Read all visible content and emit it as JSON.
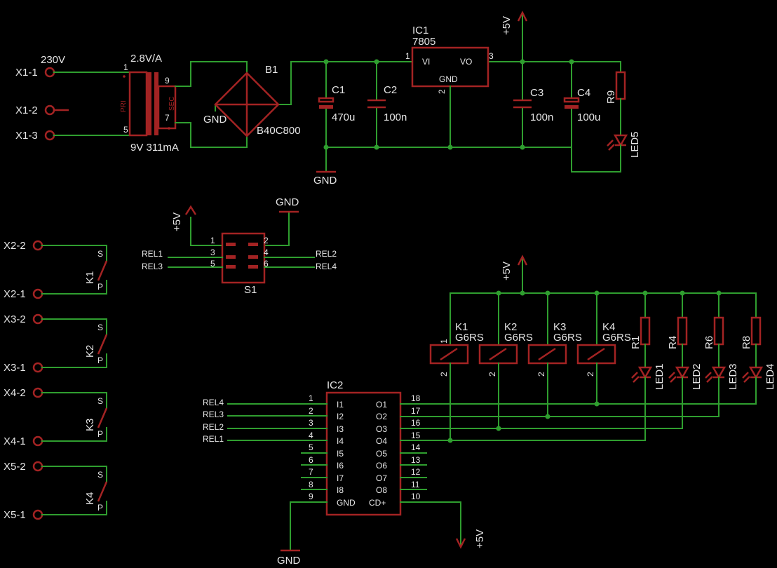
{
  "terminals": {
    "x1_1": "X1-1",
    "x1_2": "X1-2",
    "x1_3": "X1-3",
    "x2_2": "X2-2",
    "x2_1": "X2-1",
    "x3_2": "X3-2",
    "x3_1": "X3-1",
    "x4_2": "X4-2",
    "x4_1": "X4-1",
    "x5_2": "X5-2",
    "x5_1": "X5-1"
  },
  "transformer": {
    "input_voltage": "230V",
    "rating": "2.8V/A",
    "secondary_rating": "9V 311mA",
    "pri": "PRI",
    "sec": "SEC",
    "pins": [
      "1",
      "5",
      "9",
      "7"
    ]
  },
  "rectifier": {
    "name": "B1",
    "value": "B40C800",
    "gnd": "GND"
  },
  "regulator": {
    "name": "IC1",
    "value": "7805",
    "vi": "VI",
    "vo": "VO",
    "gnd": "GND",
    "pins": [
      "1",
      "2",
      "3"
    ]
  },
  "capacitors": [
    {
      "name": "C1",
      "value": "470u"
    },
    {
      "name": "C2",
      "value": "100n"
    },
    {
      "name": "C3",
      "value": "100n"
    },
    {
      "name": "C4",
      "value": "100u"
    }
  ],
  "supply": {
    "vcc": "+5V",
    "gnd": "GND"
  },
  "power_led": {
    "resistor": "R9",
    "led": "LED5"
  },
  "switch": {
    "name": "S1",
    "pins": [
      "1",
      "2",
      "3",
      "4",
      "5",
      "6"
    ],
    "nets": [
      "REL1",
      "REL2",
      "REL3",
      "REL4"
    ]
  },
  "relay_contacts": [
    {
      "name": "K1",
      "s": "S",
      "p": "P"
    },
    {
      "name": "K2",
      "s": "S",
      "p": "P"
    },
    {
      "name": "K3",
      "s": "S",
      "p": "P"
    },
    {
      "name": "K4",
      "s": "S",
      "p": "P"
    }
  ],
  "relay_coils": [
    {
      "name": "K1",
      "value": "G6RS"
    },
    {
      "name": "K2",
      "value": "G6RS"
    },
    {
      "name": "K3",
      "value": "G6RS"
    },
    {
      "name": "K4",
      "value": "G6RS"
    }
  ],
  "coil_pins": [
    "1",
    "2"
  ],
  "led_branches": [
    {
      "resistor": "R1",
      "led": "LED1"
    },
    {
      "resistor": "R4",
      "led": "LED2"
    },
    {
      "resistor": "R6",
      "led": "LED3"
    },
    {
      "resistor": "R8",
      "led": "LED4"
    }
  ],
  "driver": {
    "name": "IC2",
    "left_pins": [
      "1",
      "2",
      "3",
      "4",
      "5",
      "6",
      "7",
      "8",
      "9"
    ],
    "left_labels": [
      "I1",
      "I2",
      "I3",
      "I4",
      "I5",
      "I6",
      "I7",
      "I8",
      "GND"
    ],
    "right_pins": [
      "18",
      "17",
      "16",
      "15",
      "14",
      "13",
      "12",
      "11",
      "10"
    ],
    "right_labels": [
      "O1",
      "O2",
      "O3",
      "O4",
      "O5",
      "O6",
      "O7",
      "O8",
      "CD+"
    ],
    "input_nets": [
      "REL4",
      "REL3",
      "REL2",
      "REL1"
    ]
  }
}
